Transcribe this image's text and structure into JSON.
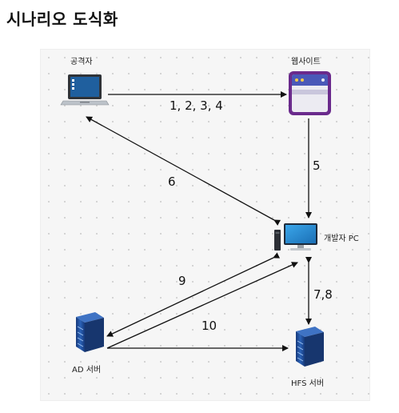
{
  "title": "시나리오 도식화",
  "nodes": {
    "attacker": "공격자",
    "website": "웹사이트",
    "devpc": "개발자 PC",
    "ad_server": "AD 서버",
    "hfs_server": "HFS 서버"
  },
  "edges": {
    "e1": "1, 2, 3, 4",
    "e5": "5",
    "e6": "6",
    "e78": "7,8",
    "e9": "9",
    "e10": "10"
  },
  "icons": {
    "attacker": "laptop-icon",
    "website": "browser-window-icon",
    "devpc": "desktop-pc-icon",
    "ad_server": "server-icon",
    "hfs_server": "server-icon"
  },
  "colors": {
    "website_border": "#6a2a8c",
    "server_blue": "#1f4e9c",
    "monitor_screen": "#2a8fd6"
  }
}
